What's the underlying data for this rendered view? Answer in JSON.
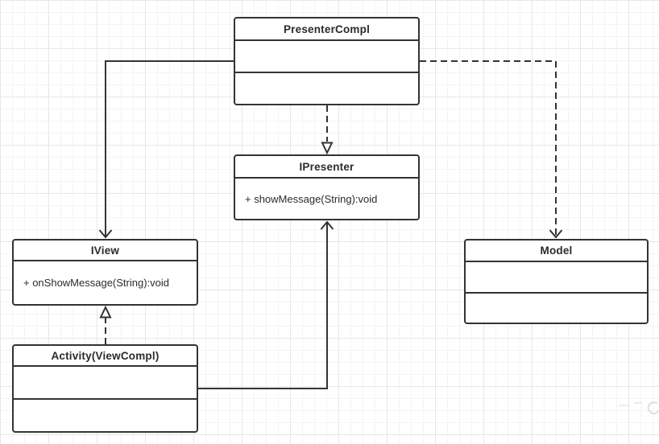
{
  "diagram": {
    "type": "uml-class-diagram",
    "classes": [
      {
        "title": "PresenterCompl",
        "methods": []
      },
      {
        "title": "IPresenter",
        "methods": [
          "+ showMessage(String):void"
        ]
      },
      {
        "title": "IView",
        "methods": [
          "+ onShowMessage(String):void"
        ]
      },
      {
        "title": "Activity(ViewCompl)",
        "methods": []
      },
      {
        "title": "Model",
        "methods": []
      }
    ],
    "relations": [
      {
        "from": "PresenterCompl",
        "to": "IView",
        "line": "solid",
        "arrowhead": "open-v"
      },
      {
        "from": "PresenterCompl",
        "to": "IPresenter",
        "line": "dashed",
        "arrowhead": "hollow-triangle"
      },
      {
        "from": "PresenterCompl",
        "to": "Model",
        "line": "dashed",
        "arrowhead": "open-v"
      },
      {
        "from": "Activity(ViewCompl)",
        "to": "IView",
        "line": "dashed",
        "arrowhead": "hollow-triangle"
      },
      {
        "from": "Activity(ViewCompl)",
        "to": "IPresenter",
        "line": "solid",
        "arrowhead": "open-v"
      }
    ],
    "colors": {
      "line": "#333333",
      "text": "#2b2b2b",
      "background": "#ffffff",
      "grid_minor": "#f4f4f4",
      "grid_major": "#e7e7e7"
    }
  }
}
